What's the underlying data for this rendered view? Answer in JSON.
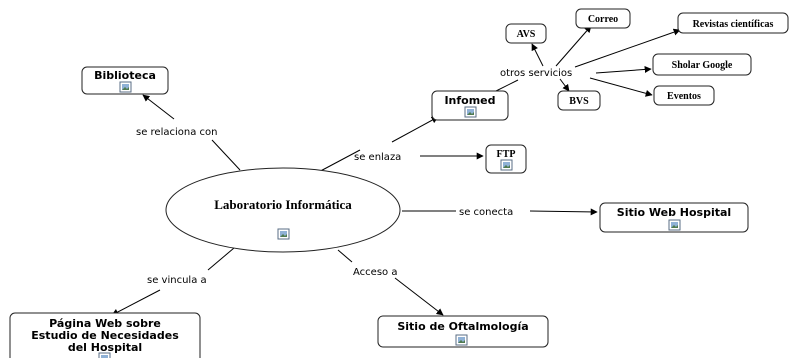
{
  "colors": {
    "line": "#000000",
    "box_fill": "#ffffff",
    "box_stroke": "#222222",
    "image_icon": "#6a8fb3"
  },
  "icon": "image-icon",
  "concepts": {
    "lab": "Laboratorio Informática",
    "biblioteca": "Biblioteca",
    "infomed": "Infomed",
    "ftp": "FTP",
    "sitio_web": "Sitio Web Hospital",
    "oftalmologia": "Sitio de Oftalmología",
    "pagina_web": [
      "Página Web sobre",
      "Estudio de Necesidades",
      "del  Hospital"
    ],
    "avs": "AVS",
    "correo": "Correo",
    "revistas": "Revistas científicas",
    "sholar": "Sholar Google",
    "eventos": "Eventos",
    "bvs": "BVS"
  },
  "links": {
    "relaciona": "se relaciona con",
    "enlaza": "se enlaza",
    "conecta": "se conecta",
    "acceso": "Acceso a",
    "vincula": "se vincula a",
    "otros": "otros servicios"
  }
}
